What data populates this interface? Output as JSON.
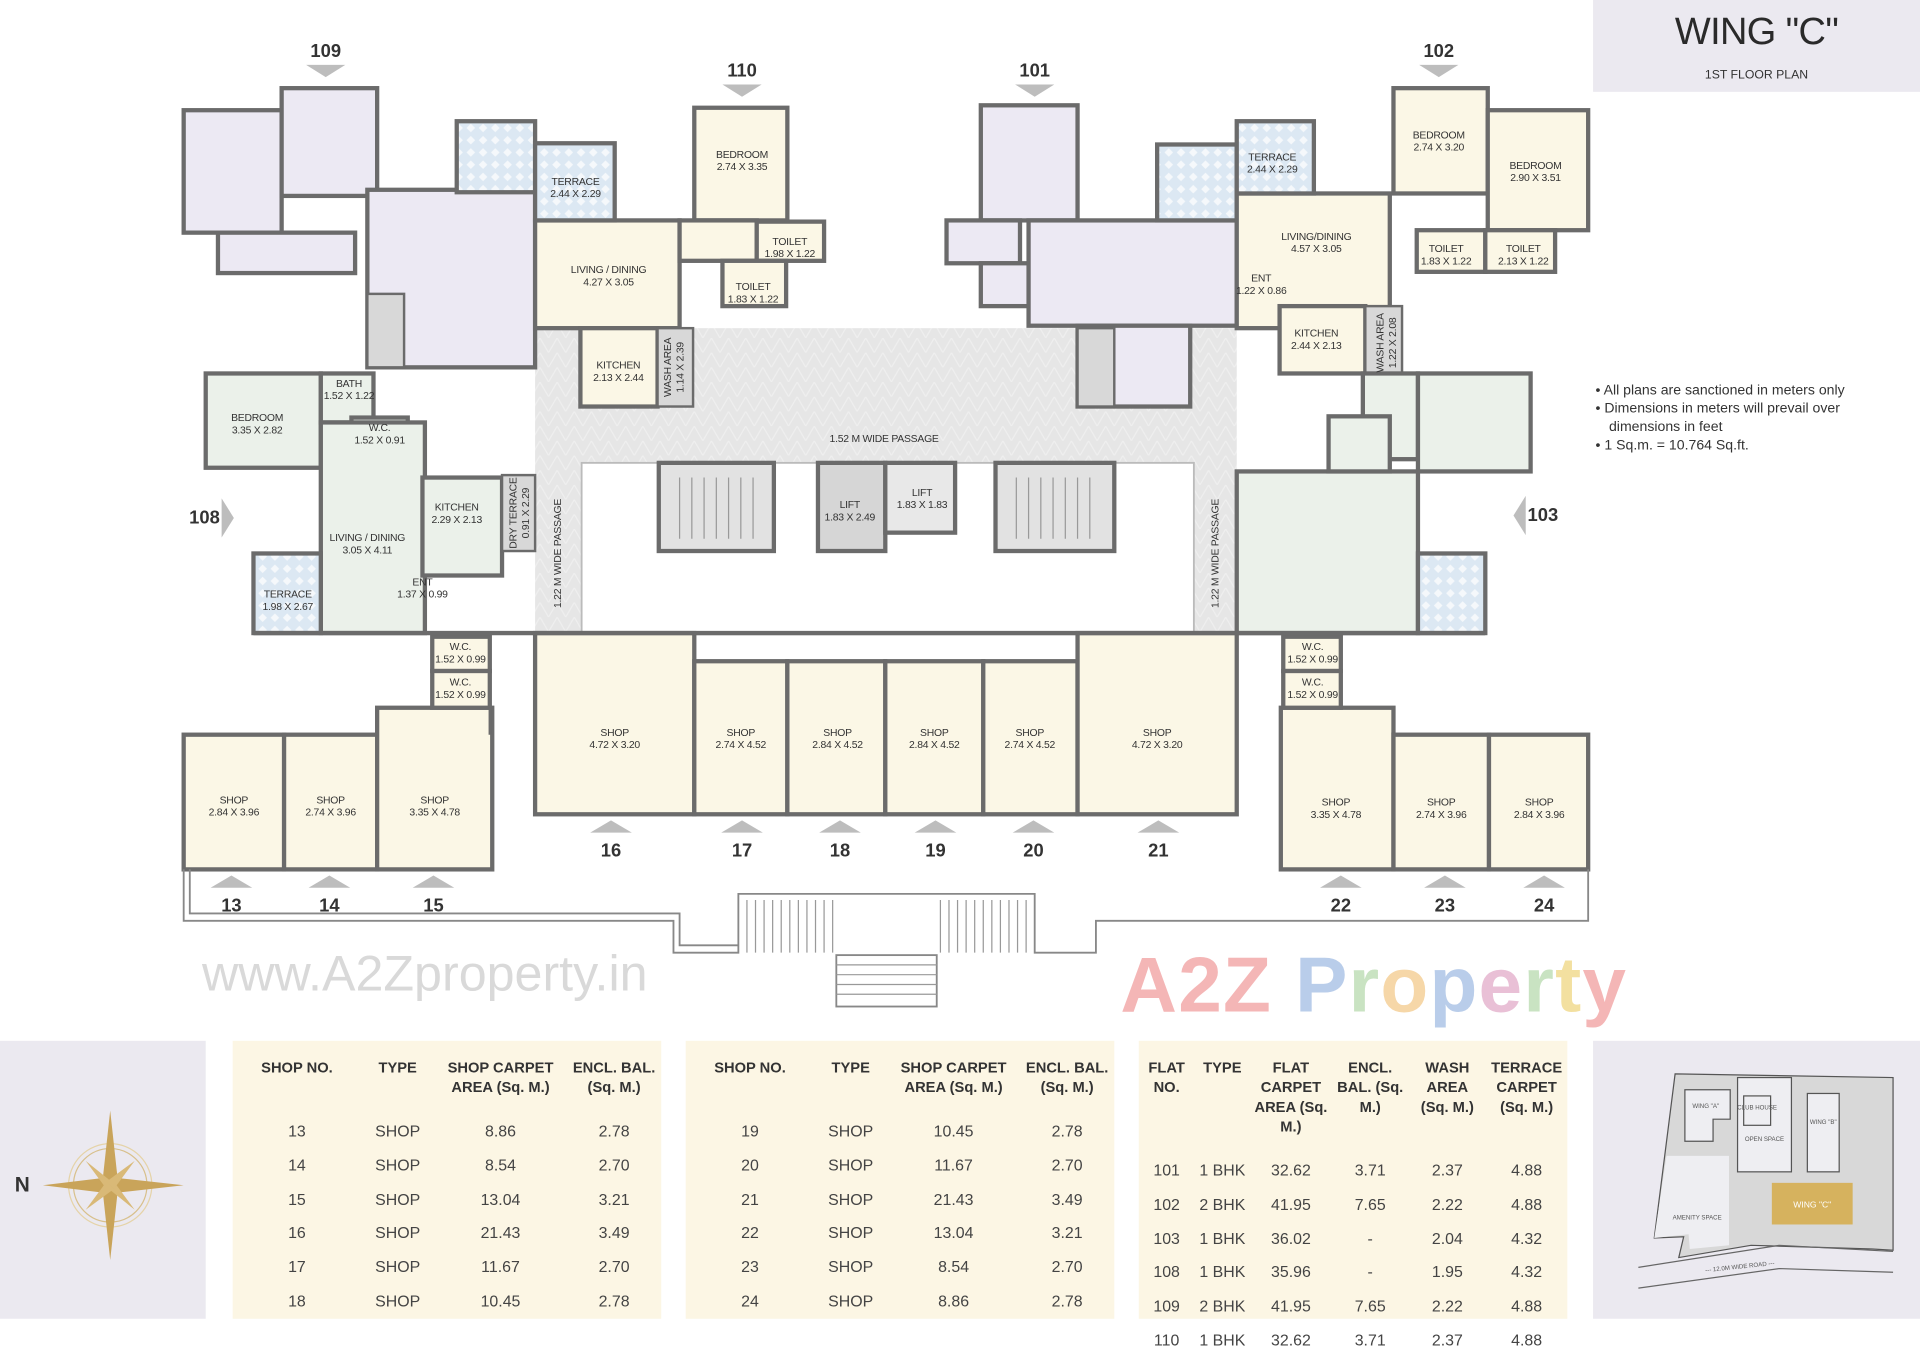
{
  "header": {
    "title": "WING \"C\"",
    "subtitle": "1ST FLOOR PLAN"
  },
  "notes": [
    "• All plans are sanctioned in meters only",
    "• Dimensions in meters will prevail over dimensions in feet",
    "• 1 Sq.m. = 10.764 Sq.ft."
  ],
  "plan": {
    "flat_labels": [
      "109",
      "110",
      "101",
      "102",
      "108",
      "103"
    ],
    "passages": [
      "1.52 M WIDE PASSAGE",
      "1.22 M WIDE PASSAGE",
      "1.22 M WIDE PASSAGE"
    ],
    "rooms": [
      {
        "name": "TERRACE",
        "dims": "2.44 X 2.29"
      },
      {
        "name": "BEDROOM",
        "dims": "2.74 X 3.35"
      },
      {
        "name": "LIVING / DINING",
        "dims": "4.27 X 3.05"
      },
      {
        "name": "TOILET",
        "dims": "1.98 X 1.22"
      },
      {
        "name": "TOILET",
        "dims": "1.83 X 1.22"
      },
      {
        "name": "KITCHEN",
        "dims": "2.13 X 2.44"
      },
      {
        "name": "WASH AREA",
        "dims": "1.14 X 2.39"
      },
      {
        "name": "TERRACE",
        "dims": "2.44 X 2.29"
      },
      {
        "name": "BEDROOM",
        "dims": "2.74 X 3.20"
      },
      {
        "name": "BEDROOM",
        "dims": "2.90 X 3.51"
      },
      {
        "name": "LIVING/DINING",
        "dims": "4.57 X 3.05"
      },
      {
        "name": "ENT",
        "dims": "1.22 X 0.86"
      },
      {
        "name": "TOILET",
        "dims": "1.83 X 1.22"
      },
      {
        "name": "TOILET",
        "dims": "2.13 X 1.22"
      },
      {
        "name": "KITCHEN",
        "dims": "2.44 X 2.13"
      },
      {
        "name": "WASH AREA",
        "dims": "1.22 X 2.08"
      },
      {
        "name": "BATH",
        "dims": "1.52 X 1.22"
      },
      {
        "name": "BEDROOM",
        "dims": "3.35 X 2.82"
      },
      {
        "name": "W.C.",
        "dims": "1.52 X 0.91"
      },
      {
        "name": "KITCHEN",
        "dims": "2.29 X 2.13"
      },
      {
        "name": "DRY TERRACE",
        "dims": "0.91 X 2.29"
      },
      {
        "name": "LIVING / DINING",
        "dims": "3.05 X 4.11"
      },
      {
        "name": "ENT",
        "dims": "1.37 X 0.99"
      },
      {
        "name": "TERRACE",
        "dims": "1.98 X 2.67"
      },
      {
        "name": "W.C.",
        "dims": "1.52 X 0.99"
      },
      {
        "name": "W.C.",
        "dims": "1.52 X 0.99"
      },
      {
        "name": "W.C.",
        "dims": "1.52 X 0.99"
      },
      {
        "name": "W.C.",
        "dims": "1.52 X 0.99"
      },
      {
        "name": "LIFT",
        "dims": "1.83 X 2.49"
      },
      {
        "name": "LIFT",
        "dims": "1.83 X 1.83"
      }
    ],
    "shops": [
      {
        "number": "16",
        "name": "SHOP",
        "dims": "4.72 X 3.20"
      },
      {
        "number": "17",
        "name": "SHOP",
        "dims": "2.74 X 4.52"
      },
      {
        "number": "18",
        "name": "SHOP",
        "dims": "2.84 X 4.52"
      },
      {
        "number": "19",
        "name": "SHOP",
        "dims": "2.84 X 4.52"
      },
      {
        "number": "20",
        "name": "SHOP",
        "dims": "2.74 X 4.52"
      },
      {
        "number": "21",
        "name": "SHOP",
        "dims": "4.72 X 3.20"
      },
      {
        "number": "13",
        "name": "SHOP",
        "dims": "2.84 X 3.96"
      },
      {
        "number": "14",
        "name": "SHOP",
        "dims": "2.74 X 3.96"
      },
      {
        "number": "15",
        "name": "SHOP",
        "dims": "3.35 X 4.78"
      },
      {
        "number": "22",
        "name": "SHOP",
        "dims": "3.35 X 4.78"
      },
      {
        "number": "23",
        "name": "SHOP",
        "dims": "2.74 X 3.96"
      },
      {
        "number": "24",
        "name": "SHOP",
        "dims": "2.84 X 3.96"
      }
    ],
    "watermarks": [
      "www.A2Zproperty.in",
      "A2Z Property"
    ]
  },
  "compass": {
    "label": "N"
  },
  "shop_tables": [
    {
      "headers": [
        "SHOP NO.",
        "TYPE",
        "SHOP CARPET AREA (Sq. M.)",
        "ENCL. BAL. (Sq. M.)"
      ],
      "rows": [
        [
          "13",
          "SHOP",
          "8.86",
          "2.78"
        ],
        [
          "14",
          "SHOP",
          "8.54",
          "2.70"
        ],
        [
          "15",
          "SHOP",
          "13.04",
          "3.21"
        ],
        [
          "16",
          "SHOP",
          "21.43",
          "3.49"
        ],
        [
          "17",
          "SHOP",
          "11.67",
          "2.70"
        ],
        [
          "18",
          "SHOP",
          "10.45",
          "2.78"
        ]
      ]
    },
    {
      "headers": [
        "SHOP NO.",
        "TYPE",
        "SHOP CARPET AREA (Sq. M.)",
        "ENCL. BAL. (Sq. M.)"
      ],
      "rows": [
        [
          "19",
          "SHOP",
          "10.45",
          "2.78"
        ],
        [
          "20",
          "SHOP",
          "11.67",
          "2.70"
        ],
        [
          "21",
          "SHOP",
          "21.43",
          "3.49"
        ],
        [
          "22",
          "SHOP",
          "13.04",
          "3.21"
        ],
        [
          "23",
          "SHOP",
          "8.54",
          "2.70"
        ],
        [
          "24",
          "SHOP",
          "8.86",
          "2.78"
        ]
      ]
    }
  ],
  "flat_table": {
    "headers": [
      "FLAT NO.",
      "TYPE",
      "FLAT CARPET AREA (Sq. M.)",
      "ENCL. BAL. (Sq. M.)",
      "WASH AREA (Sq. M.)",
      "TERRACE CARPET (Sq. M.)"
    ],
    "rows": [
      [
        "101",
        "1 BHK",
        "32.62",
        "3.71",
        "2.37",
        "4.88"
      ],
      [
        "102",
        "2 BHK",
        "41.95",
        "7.65",
        "2.22",
        "4.88"
      ],
      [
        "103",
        "1 BHK",
        "36.02",
        "-",
        "2.04",
        "4.32"
      ],
      [
        "108",
        "1 BHK",
        "35.96",
        "-",
        "1.95",
        "4.32"
      ],
      [
        "109",
        "2 BHK",
        "41.95",
        "7.65",
        "2.22",
        "4.88"
      ],
      [
        "110",
        "1 BHK",
        "32.62",
        "3.71",
        "2.37",
        "4.88"
      ]
    ]
  },
  "site_plan": {
    "labels": [
      "WING \"A\"",
      "CLUB HOUSE",
      "OPEN SPACE",
      "WING \"B\"",
      "WING \"C\"",
      "AMENITY SPACE",
      "--- 12.0M WIDE ROAD ---"
    ],
    "highlight_color": "#d6b25e"
  },
  "colors": {
    "flat_lavender": "#ece9f3",
    "flat_cream": "#fbf7e6",
    "flat_mint": "#ebf1ea",
    "terrace_blue": "#dce8f3",
    "wall": "#6b6b6b",
    "table_bg": "#fcf6e4",
    "panel_bg": "#ebe9f0"
  }
}
